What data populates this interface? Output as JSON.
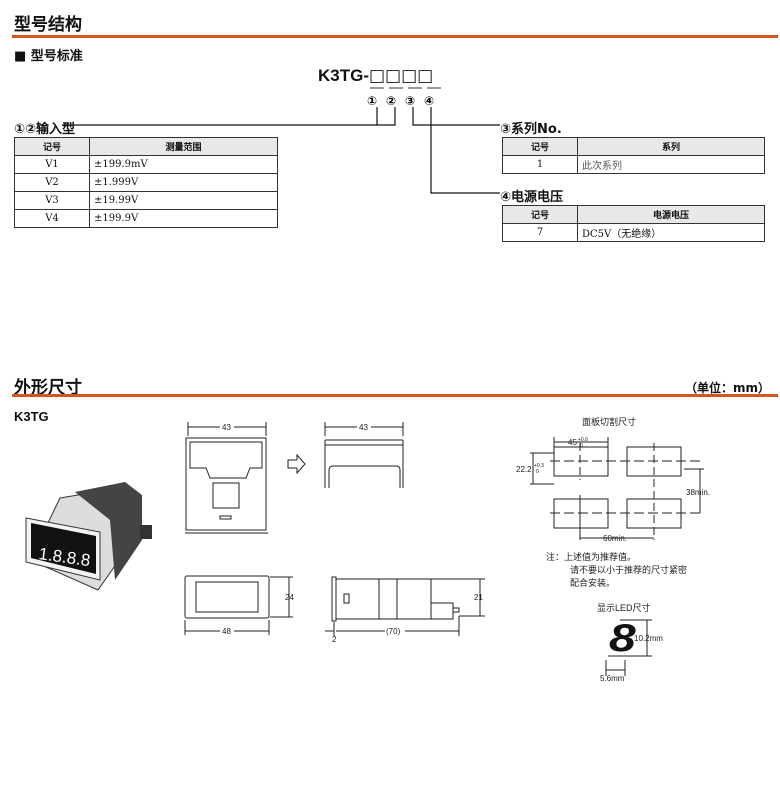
{
  "section1": {
    "title": "型号结构",
    "subtitle": "■ 型号标准",
    "model_prefix": "K3TG-",
    "model_boxes": "□□□□",
    "circled": [
      "①",
      "②",
      "③",
      "④"
    ]
  },
  "input_type": {
    "heading": "①②输入型",
    "headers": [
      "记号",
      "测量范围"
    ],
    "rows": [
      [
        "V1",
        "±199.9mV"
      ],
      [
        "V2",
        "±1.999V"
      ],
      [
        "V3",
        "±19.99V"
      ],
      [
        "V4",
        "±199.9V"
      ]
    ]
  },
  "series": {
    "heading": "③系列No.",
    "headers": [
      "记号",
      "系列"
    ],
    "rows": [
      [
        "1",
        "此次系列"
      ]
    ]
  },
  "power": {
    "heading": "④电源电压",
    "headers": [
      "记号",
      "电源电压"
    ],
    "rows": [
      [
        "7",
        "DC5V（无绝缘）"
      ]
    ]
  },
  "section2": {
    "title": "外形尺寸",
    "unit": "（单位：mm）",
    "model": "K3TG",
    "display_digits": "1.8.8.8"
  },
  "dims": {
    "top_width": "43",
    "top_width2": "43",
    "front_width": "48",
    "front_height": "24",
    "side_height": "21",
    "side_length": "(70)",
    "side_front": "2"
  },
  "cutout": {
    "title": "面板切割尺寸",
    "w": "45",
    "w_tol": "+0.6",
    "w_tol2": "0",
    "h": "22.2",
    "h_tol": "+0.3",
    "h_tol2": "0",
    "vpitch": "38min.",
    "hpitch": "60min.",
    "note": [
      "注：上述值为推荐值。",
      "请不要以小于推荐的尺寸紧密",
      "配合安装。"
    ]
  },
  "led": {
    "title": "显示LED尺寸",
    "height": "10.2mm",
    "width": "5.6mm"
  },
  "colors": {
    "accent": "#d9541a"
  }
}
